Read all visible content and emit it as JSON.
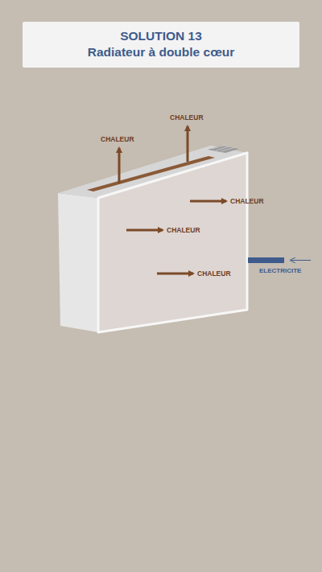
{
  "diagram": {
    "title": "SOLUTION 13",
    "labels": [
      "Radiateur à double cœur",
      "CHALEUR",
      "CHALEUR",
      "CHALEUR",
      "CHALEUR",
      "CHALEUR",
      "ELECTRICITE"
    ]
  }
}
